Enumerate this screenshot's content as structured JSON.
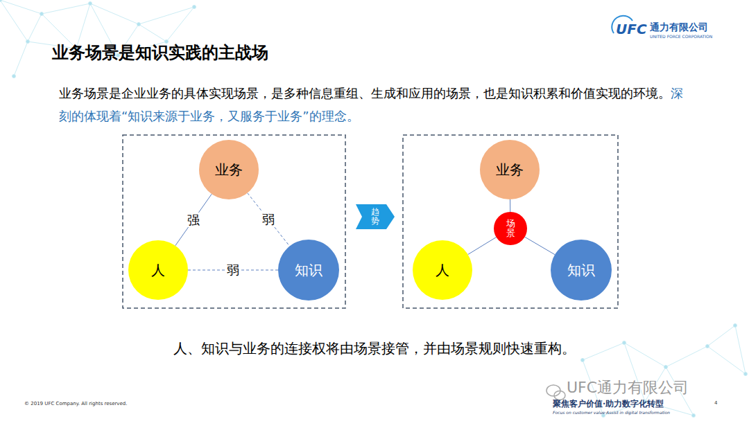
{
  "diagram": {
    "title": "业务场景是知识实践的主战场",
    "caption": "人、知识与业务的连接权将由场景接管，并由场景规则快速重构。",
    "nodes": [
      {
        "text": [
          "业务"
        ]
      },
      {
        "text": [
          "人"
        ]
      },
      {
        "text": [
          "知识"
        ]
      },
      {
        "text": [
          "趋势"
        ]
      },
      {
        "text": [
          "业务"
        ]
      },
      {
        "text": [
          "场景"
        ]
      },
      {
        "text": [
          "人"
        ]
      },
      {
        "text": [
          "知识"
        ]
      }
    ],
    "edges": [
      {
        "from": 0,
        "to": 1,
        "arrow": "none",
        "label": "强"
      },
      {
        "from": 0,
        "to": 2,
        "arrow": "none",
        "label": "弱"
      },
      {
        "from": 1,
        "to": 2,
        "arrow": "none",
        "label": "弱"
      },
      {
        "from": 4,
        "to": 5,
        "arrow": "none"
      },
      {
        "from": 5,
        "to": 6,
        "arrow": "none"
      },
      {
        "from": 5,
        "to": 7,
        "arrow": "none"
      }
    ],
    "labels": [
      "UFC",
      "通力有限公司",
      "UNITED FORCE CORPORATION",
      "业务场景是企业业务的具体实现场景，是多种信息重组、生成和应用的场景，也是知识积累和价值实现的环境。",
      "深刻的体现着“知识来源于业务，又服务于业务”的理念。",
      "© 2019 UFC Company. All rights reserved.",
      "UFC通力有限公司",
      "聚焦客户价值·助力数字化转型",
      "Focus on customer value·Assist in digital transformation",
      "4"
    ]
  }
}
